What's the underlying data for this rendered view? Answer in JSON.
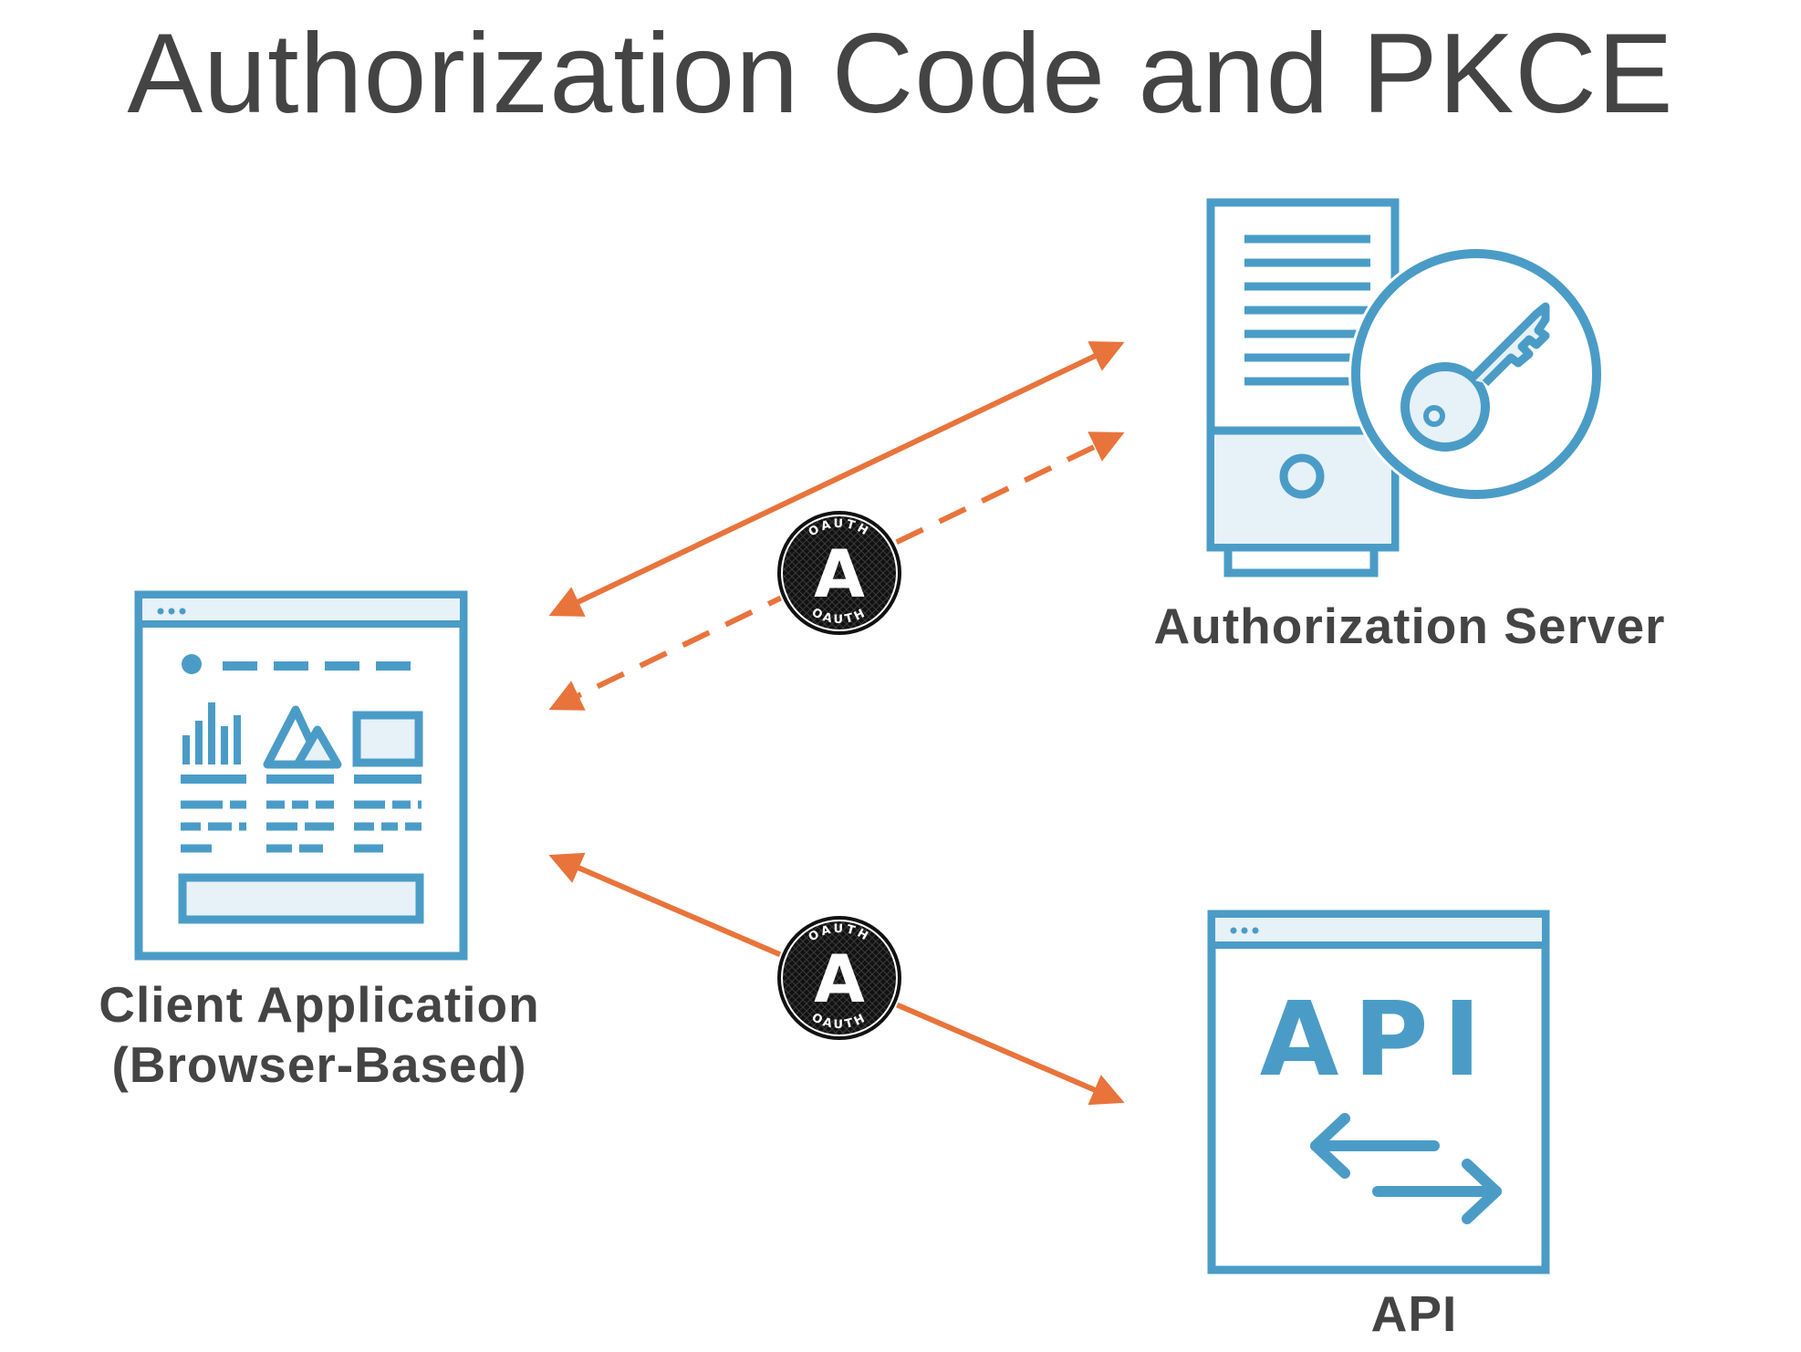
{
  "title": "Authorization Code and PKCE",
  "nodes": {
    "authorization_server": {
      "label": "Authorization Server"
    },
    "client": {
      "label_line1": "Client Application",
      "label_line2": "(Browser-Based)"
    },
    "api": {
      "label": "API",
      "screen_text": "API"
    }
  },
  "badges": {
    "top": {
      "text_top": "OAUTH",
      "text_bottom": "OAUTH",
      "letter": "A"
    },
    "bottom": {
      "text_top": "OAUTH",
      "text_bottom": "OAUTH",
      "letter": "A"
    }
  },
  "colors": {
    "icon_blue": "#4a9cc7",
    "icon_fill": "#e6f1f8",
    "arrow_orange": "#e8743b",
    "text": "#444444",
    "badge": "#111111"
  }
}
